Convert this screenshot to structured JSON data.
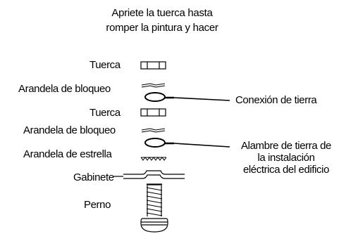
{
  "title": {
    "line1": "Apriete la tuerca hasta",
    "line2": "romper la pintura y hacer"
  },
  "left_labels": {
    "nut_top": "Tuerca",
    "lock_washer_top": "Arandela de bloqueo",
    "nut_bottom": "Tuerca",
    "lock_washer_bottom": "Arandela de bloqueo",
    "star_washer": "Arandela de estrella",
    "chassis": "Gabinete",
    "bolt": "Perno"
  },
  "right_labels": {
    "ground_connection": "Conexión de tierra",
    "building_ground_wire_line1": "Alambre de tierra de",
    "building_ground_wire_line2": "la instalación",
    "building_ground_wire_line3": "eléctrica del edificio"
  }
}
